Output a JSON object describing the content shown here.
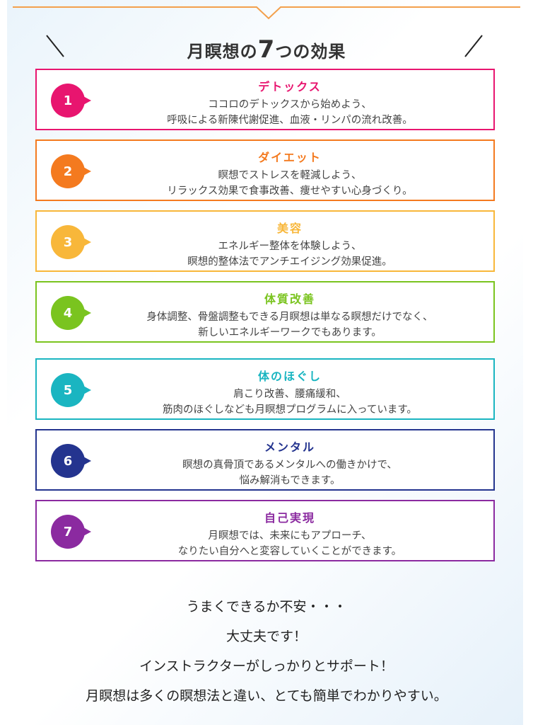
{
  "header": {
    "title_prefix": "月瞑想の",
    "title_number": "7",
    "title_suffix": "つの効果"
  },
  "colors": {
    "pink": "#e8156f",
    "orange": "#f47a1f",
    "yellow": "#f8b73a",
    "green": "#7ac41f",
    "teal": "#1ab5c1",
    "navy": "#24348f",
    "purple": "#8b2aa0",
    "top_line": "#f3a04d"
  },
  "effects": [
    {
      "number": "1",
      "title": "デトックス",
      "line1": "ココロのデトックスから始めよう、",
      "line2": "呼吸による新陳代謝促進、血液・リンパの流れ改善。",
      "color": "#e8156f"
    },
    {
      "number": "2",
      "title": "ダイエット",
      "line1": "瞑想でストレスを軽減しよう、",
      "line2": "リラックス効果で食事改善、痩せやすい心身づくり。",
      "color": "#f47a1f"
    },
    {
      "number": "3",
      "title": "美容",
      "line1": "エネルギー整体を体験しよう、",
      "line2": "瞑想的整体法でアンチエイジング効果促進。",
      "color": "#f8b73a"
    },
    {
      "number": "4",
      "title": "体質改善",
      "line1": "身体調整、骨盤調整もできる月瞑想は単なる瞑想だけでなく、",
      "line2": "新しいエネルギーワークでもあります。",
      "color": "#7ac41f"
    },
    {
      "number": "5",
      "title": "体のほぐし",
      "line1": "肩こり改善、腰痛緩和、",
      "line2": "筋肉のほぐしなども月瞑想プログラムに入っています。",
      "color": "#1ab5c1"
    },
    {
      "number": "6",
      "title": "メンタル",
      "line1": "瞑想の真骨頂であるメンタルへの働きかけで、",
      "line2": "悩み解消もできます。",
      "color": "#24348f"
    },
    {
      "number": "7",
      "title": "自己実現",
      "line1": "月瞑想では、未来にもアプローチ、",
      "line2": "なりたい自分へと変容していくことができます。",
      "color": "#8b2aa0"
    }
  ],
  "bottom": {
    "line1": "うまくできるか不安・・・",
    "line2": "大丈夫です！",
    "line3": "インストラクターがしっかりとサポート！",
    "line4": "月瞑想は多くの瞑想法と違い、とても簡単でわかりやすい。"
  }
}
